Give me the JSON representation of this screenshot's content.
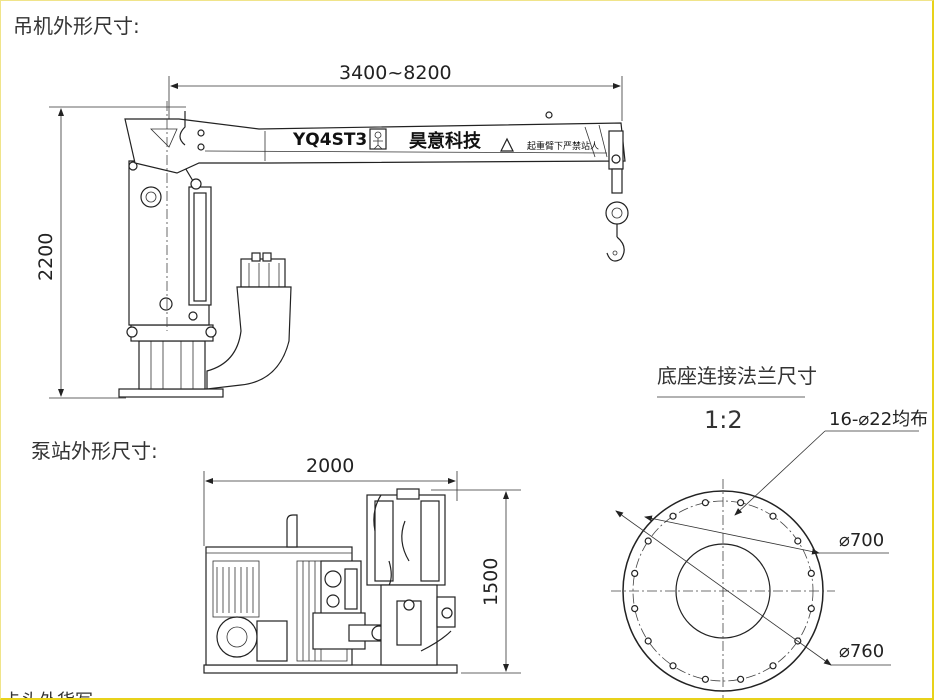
{
  "sections": {
    "crane_title": "吊机外形尺寸:",
    "pump_title": "泵站外形尺寸:",
    "flange_title": "底座连接法兰尺寸",
    "flange_scale": "1:2",
    "cut_text": "卡头外货写"
  },
  "crane": {
    "width_dim": "3400~8200",
    "height_dim": "2200",
    "model_label": "YQ4ST3",
    "brand_label": "昊意科技",
    "warning_text": "起重臂下严禁站人"
  },
  "pump": {
    "width_dim": "2000",
    "height_dim": "1500"
  },
  "flange": {
    "holes_label": "16-⌀22均布",
    "inner_dim": "⌀700",
    "outer_dim": "⌀760",
    "hole_count": 16
  }
}
